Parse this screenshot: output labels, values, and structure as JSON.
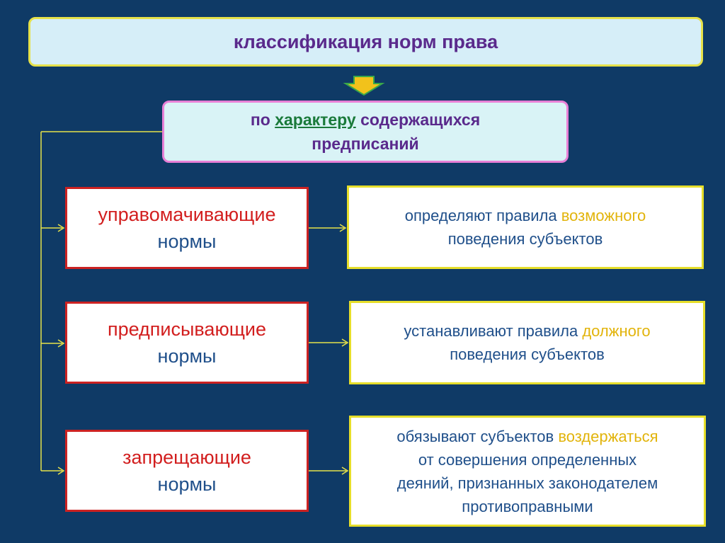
{
  "title": "классификация норм права",
  "criterion": {
    "part1": "по ",
    "keyword": "характеру",
    "part2": " содержащихся",
    "line2": "предписаний"
  },
  "norms": [
    {
      "name_line1": "управомачивающие",
      "name_line2": "нормы",
      "desc_line1_a": "определяют правила ",
      "desc_line1_hl": "возможного",
      "desc_line2": "поведения субъектов"
    },
    {
      "name_line1": "предписывающие",
      "name_line2": "нормы",
      "desc_line1_a": "устанавливают правила ",
      "desc_line1_hl": "должного",
      "desc_line2": "поведения субъектов"
    },
    {
      "name_line1": "запрещающие",
      "name_line2": "нормы",
      "desc_line1_a": "обязывают субъектов ",
      "desc_line1_hl": "воздержаться",
      "desc_line2": "от совершения определенных",
      "desc_line3": "деяний, признанных законодателем",
      "desc_line4": "противоправными"
    }
  ],
  "colors": {
    "background": "#0f3a66",
    "connector": "#e6e14a",
    "norm_border": "#cc2222",
    "desc_border": "#e6de2a",
    "arrow_fill": "#f2c21b",
    "arrow_outline": "#3aa84a"
  }
}
